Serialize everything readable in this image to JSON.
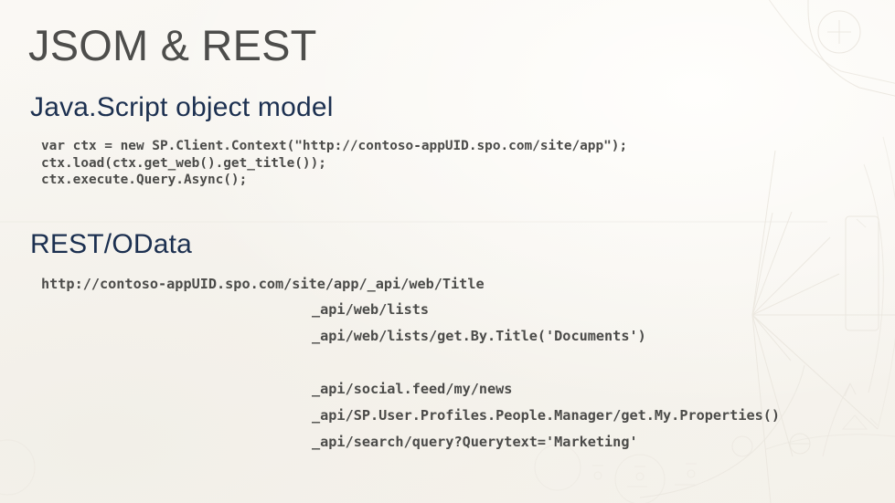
{
  "slide": {
    "title": "JSOM & REST",
    "background_color": "#f7f5f0",
    "title_color": "#4d4d4b",
    "heading_color": "#1c3050",
    "code_color": "#4b4b49"
  },
  "sections": [
    {
      "heading": "Java.Script object model",
      "code": "var ctx = new SP.Client.Context(\"http://contoso-appUID.spo.com/site/app\");\nctx.load(ctx.get_web().get_title());\nctx.execute.Query.Async();"
    },
    {
      "heading": "REST/OData",
      "urls": [
        "http://contoso-appUID.spo.com/site/app/_api/web/Title",
        "_api/web/lists",
        "_api/web/lists/get.By.Title('Documents')",
        "_api/social.feed/my/news",
        "_api/SP.User.Profiles.People.Manager/get.My.Properties()",
        "_api/search/query?Querytext='Marketing'"
      ]
    }
  ],
  "watermark": {
    "description": "faint technical blueprint line art",
    "line_color": "#e9e5dd"
  }
}
